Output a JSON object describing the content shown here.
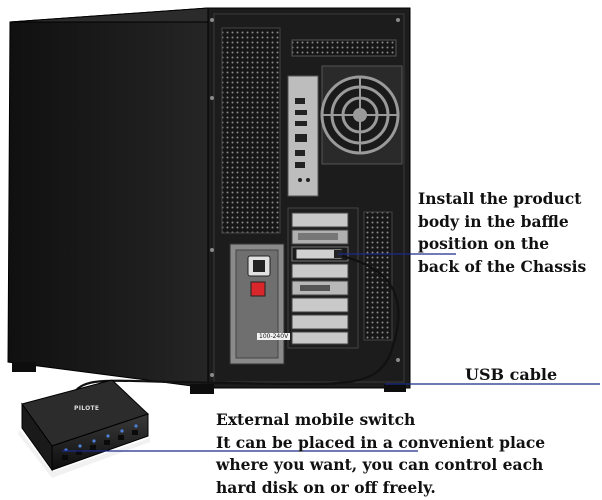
{
  "callouts": {
    "install": {
      "lines": [
        "Install the product",
        "body in the baffle",
        "position on the",
        "back of the Chassis"
      ]
    },
    "usb": {
      "label": "USB cable"
    },
    "switch": {
      "lines": [
        "External mobile switch",
        "It can be placed in a convenient place",
        "where you want, you can control each",
        "hard disk on or off freely."
      ]
    }
  },
  "device": {
    "brand": "PILOTE"
  },
  "psu": {
    "label": "100-240V"
  },
  "colors": {
    "leader_line": "#1a2a8a",
    "case_body": "#1b1b1b",
    "switch_led": "#4f7fd9",
    "power_switch": "#d8262b"
  }
}
